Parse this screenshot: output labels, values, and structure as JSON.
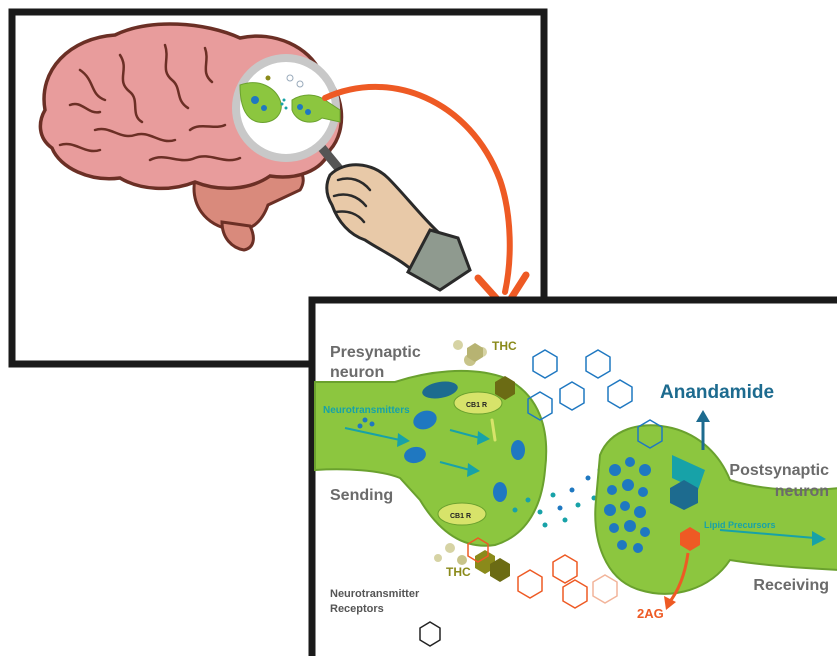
{
  "labels": {
    "presynaptic_line1": "Presynaptic",
    "presynaptic_line2": "neuron",
    "thc_top": "THC",
    "thc_bottom": "THC",
    "neurotransmitters": "Neurotransmitters",
    "cb1r_top": "CB1 R",
    "cb1r_bottom": "CB1 R",
    "sending": "Sending",
    "anandamide": "Anandamide",
    "postsynaptic_line1": "Postsynaptic",
    "postsynaptic_line2": "neuron",
    "lipid_precursors": "Lipid Precursors",
    "receiving": "Receiving",
    "two_ag": "2AG",
    "nt_receptors_line1": "Neurotransmitter",
    "nt_receptors_line2": "Receptors"
  },
  "colors": {
    "brain": "#e89c9c",
    "brainstem": "#d98a7c",
    "neuron_green": "#8cc63f",
    "neuron_dark": "#6aa12e",
    "vesicle_blue": "#1f78c1",
    "teal": "#17a2a8",
    "orange_arrow": "#ee5a24",
    "olive": "#8a8a1a",
    "anandamide_blue": "#1d6b8f",
    "grey_text": "#6b6b6b"
  }
}
